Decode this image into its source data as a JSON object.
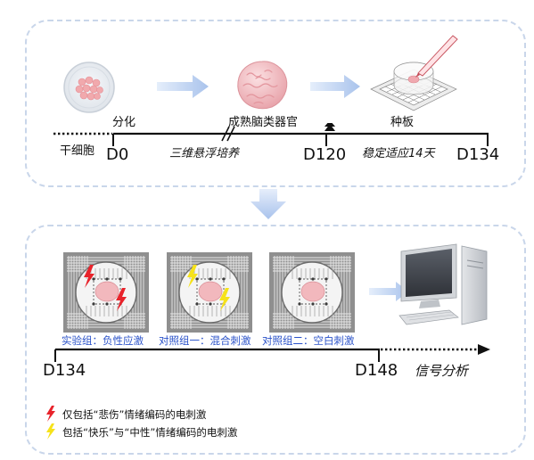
{
  "top": {
    "stages": {
      "diff": "分化",
      "organoid": "成熟脑类器官",
      "plate": "种板",
      "stem": "干细胞"
    },
    "days": {
      "d0": "D0",
      "d120": "D120",
      "d134": "D134"
    },
    "periods": {
      "culture": "三维悬浮培养",
      "stabilize": "稳定适应14天"
    }
  },
  "bottom": {
    "groups": {
      "experimental": "实验组：负性应激",
      "control1": "对照组一：混合刺激",
      "control2": "对照组二：空白刺激"
    },
    "days": {
      "d134": "D134",
      "d148": "D148"
    },
    "signal": "信号分析",
    "legend": {
      "red": "仅包括“悲伤”情绪编码的电刺激",
      "yellow": "包括“快乐”与“中性”情绪编码的电刺激"
    }
  },
  "colors": {
    "panel_border": "#c9d6ea",
    "arrow_blue": "#aec7ee",
    "group_label": "#2a52c9",
    "red_bolt": "#e8232b",
    "yellow_bolt": "#f6e21a"
  }
}
